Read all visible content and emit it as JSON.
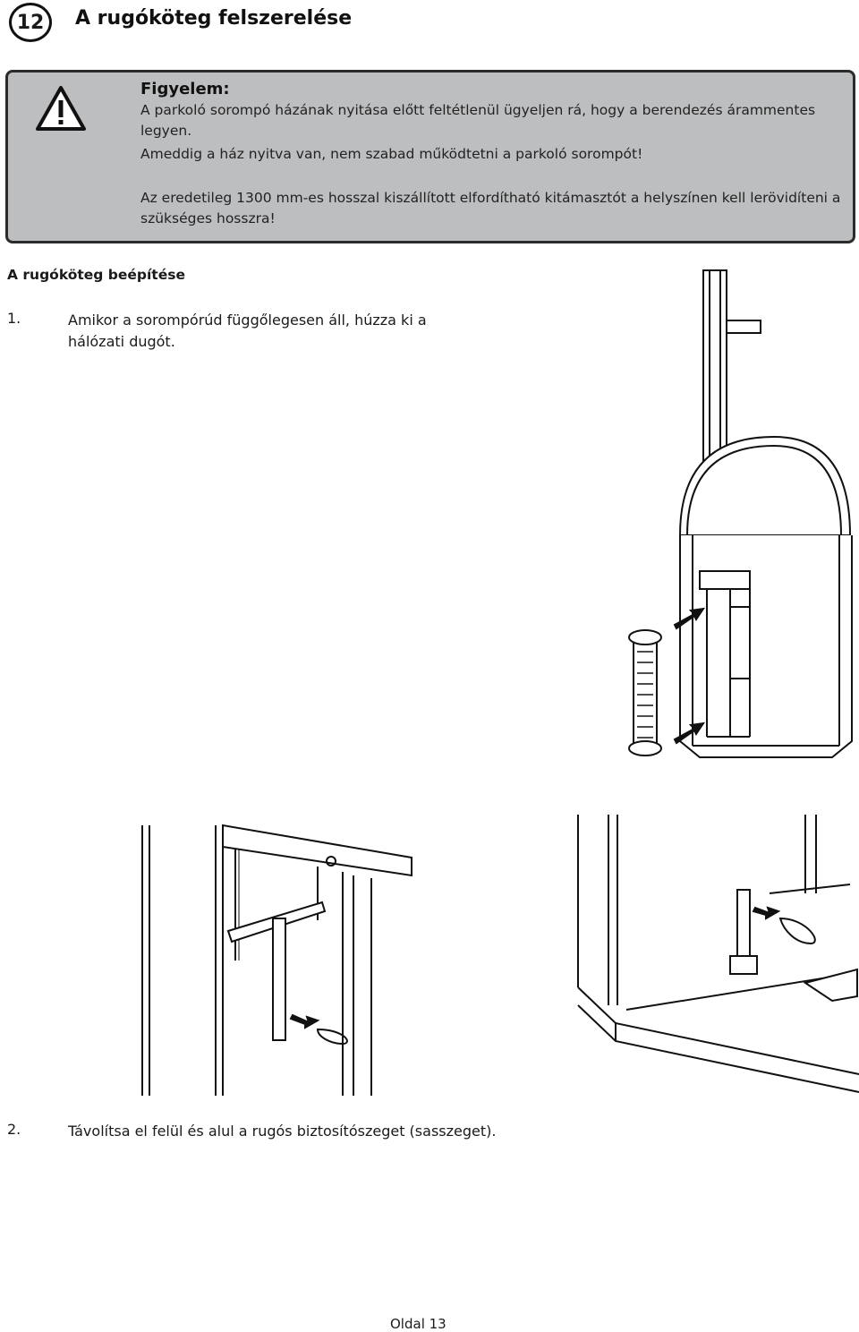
{
  "header": {
    "step_number": "12",
    "title": "A rugóköteg felszerelése"
  },
  "warning": {
    "icon": "warning-triangle-icon",
    "title": "Figyelem:",
    "lines": [
      "A parkoló sorompó házának nyitása előtt feltétlenül ügyeljen rá, hogy a berendezés árammentes legyen.",
      "Ameddig a ház nyitva van, nem szabad működtetni a parkoló sorompót!",
      "Az eredetileg 1300 mm-es hosszal kiszállított elfordítható kitámasztót a helyszínen kell lerövidíteni a",
      "szükséges hosszra!"
    ]
  },
  "section": {
    "title": "A rugóköteg beépítése"
  },
  "steps": [
    {
      "number": "1.",
      "text_line1": "Amikor a sorompórúd függőlegesen áll, húzza ki a",
      "text_line2": "hálózati dugót."
    },
    {
      "number": "2.",
      "text_line1": "Távolítsa el felül és alul a rugós biztosítószeget (sasszeget)."
    }
  ],
  "footer": {
    "page_label": "Oldal 13"
  }
}
